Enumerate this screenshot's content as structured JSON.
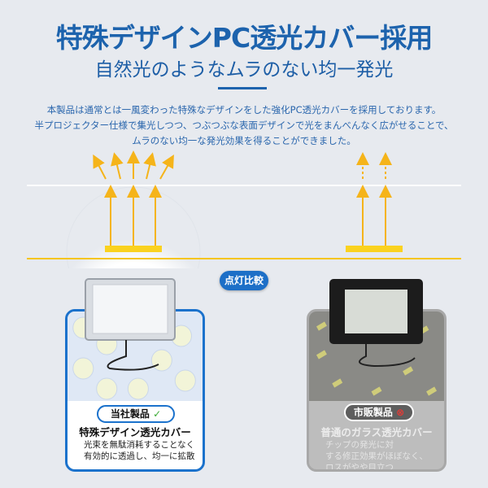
{
  "header": {
    "title": "特殊デザインPC透光カバー採用",
    "subtitle": "自然光のようなムラのない均一発光"
  },
  "description": [
    "本製品は通常とは一風変わった特殊なデザインをした強化PC透光カバーを採用しております。",
    "半プロジェクター仕様で集光しつつ、つぶつぶな表面デザインで光をまんべんなく広がせることで、",
    "ムラのない均一な発光効果を得ることができました。"
  ],
  "comparison_badge": "点灯比較",
  "cards": [
    {
      "label": "当社製品",
      "label_icon": "check-circle-icon",
      "title": "特殊デザイン透光カバー",
      "desc": [
        "光束を無駄消耗することなく",
        "有効的に透過し、均一に拡散"
      ]
    },
    {
      "label": "市販製品",
      "label_icon": "cross-circle-icon",
      "title": "普通のガラス透光カバー",
      "desc": [
        "チップの発光に対",
        "する修正効果がほぼなく、",
        "ロスがやや目立つ"
      ]
    }
  ],
  "colors": {
    "brand": "#1d63ad",
    "accent_yellow": "#f5c518",
    "background": "#e7eaef"
  }
}
